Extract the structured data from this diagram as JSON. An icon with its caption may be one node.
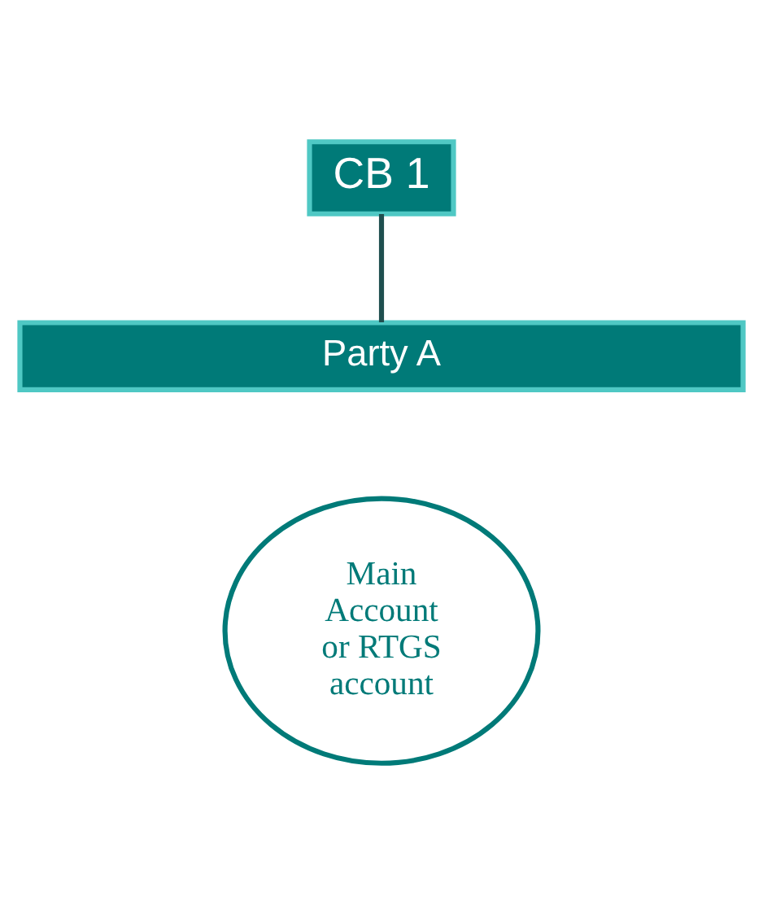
{
  "diagram": {
    "nodes": [
      {
        "text": [
          "CB 1"
        ]
      },
      {
        "text": [
          "Party A"
        ]
      },
      {
        "text": [
          "Main Account or RTGS account"
        ]
      }
    ],
    "edges": [
      {
        "from": 0,
        "to": 1,
        "arrow": "none"
      }
    ]
  }
}
